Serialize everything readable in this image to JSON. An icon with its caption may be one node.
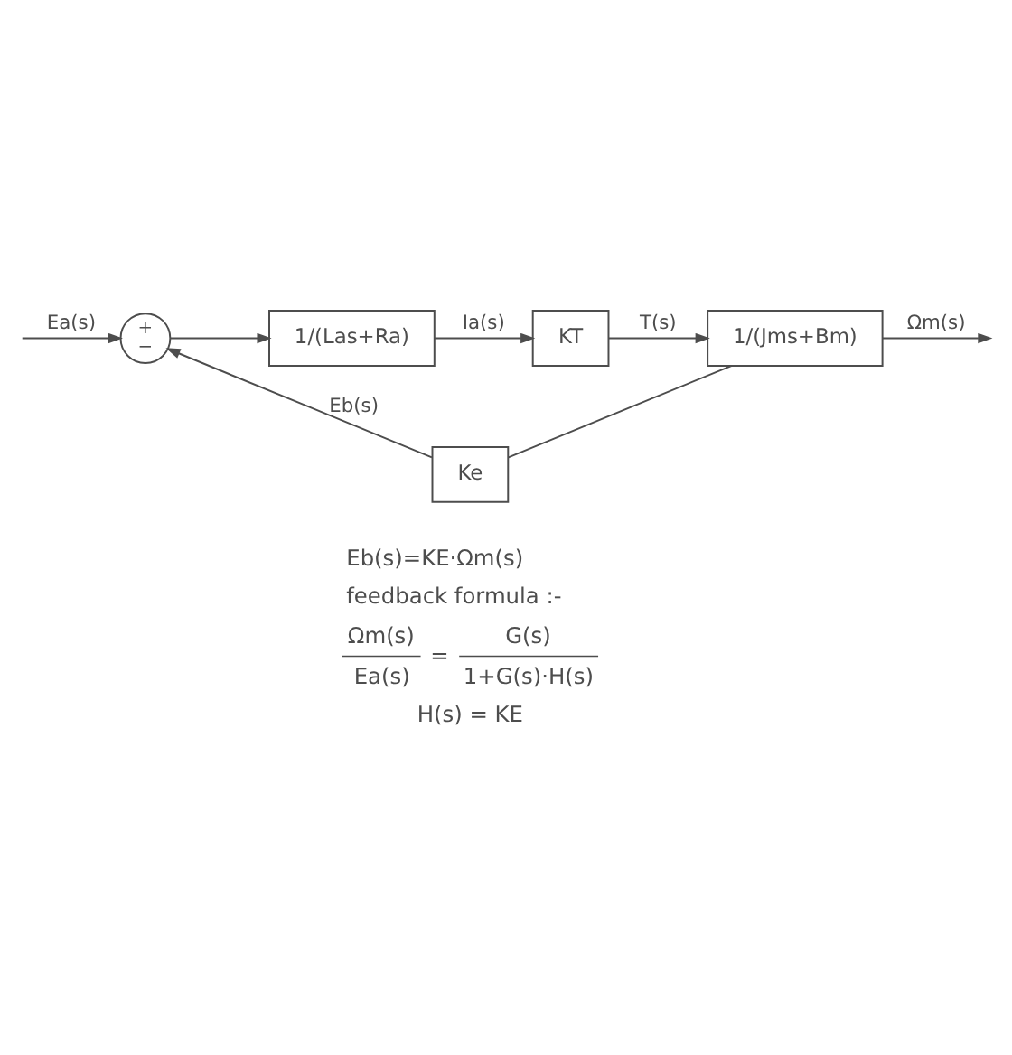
{
  "diagram": {
    "nodes": [
      {
        "text": [
          "+",
          "−"
        ]
      },
      {
        "text": [
          "1/(Las+Ra)"
        ]
      },
      {
        "text": [
          "KT"
        ]
      },
      {
        "text": [
          "1/(Jms+Bm)"
        ]
      },
      {
        "text": [
          "Ke"
        ]
      }
    ],
    "edges": [
      {
        "from": null,
        "to": 0,
        "arrow": "to",
        "label": "Ea(s)"
      },
      {
        "from": 0,
        "to": 1,
        "arrow": "to"
      },
      {
        "from": 1,
        "to": 2,
        "arrow": "to",
        "label": "Ia(s)"
      },
      {
        "from": 2,
        "to": 3,
        "arrow": "to",
        "label": "T(s)"
      },
      {
        "from": 3,
        "to": null,
        "arrow": "to",
        "label": "Ωm(s)"
      },
      {
        "from": 3,
        "to": 4,
        "arrow": "none"
      },
      {
        "from": 4,
        "to": 0,
        "arrow": "to",
        "label": "Eb(s)"
      }
    ],
    "labels": [
      "Eb(s)=KE·Ωm(s)",
      "feedback formula :-",
      "Ωm(s)",
      "=",
      "G(s)",
      "Ea(s)",
      "1+G(s)·H(s)",
      "H(s) = KE"
    ]
  }
}
